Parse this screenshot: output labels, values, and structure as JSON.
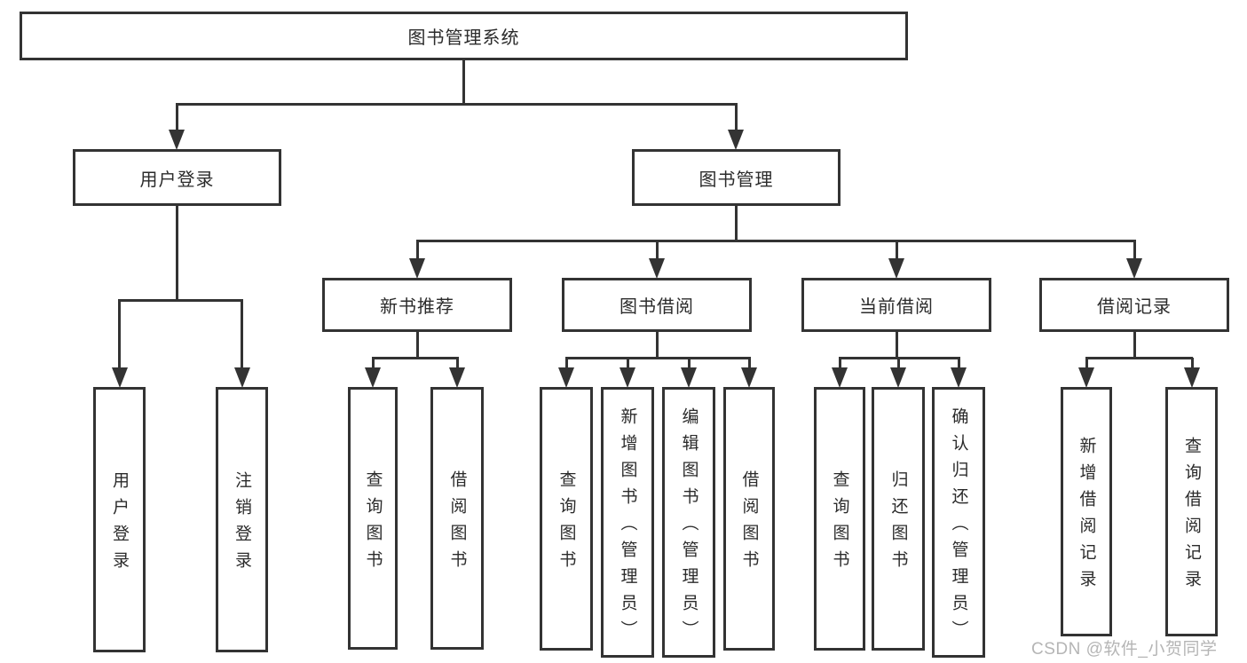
{
  "colors": {
    "background": "#ffffff",
    "line": "#333333",
    "box_border": "#333333",
    "text": "#2b2b2b",
    "watermark": "#b5b5b5"
  },
  "tree": {
    "root": {
      "label": "图书管理系统"
    },
    "level2": [
      {
        "label": "用户登录"
      },
      {
        "label": "图书管理"
      }
    ],
    "level3": [
      {
        "label": "新书推荐"
      },
      {
        "label": "图书借阅"
      },
      {
        "label": "当前借阅"
      },
      {
        "label": "借阅记录"
      }
    ],
    "leaves": {
      "user_login": [
        {
          "label": "用户登录"
        },
        {
          "label": "注销登录"
        }
      ],
      "new_book_recommend": [
        {
          "label": "查询图书"
        },
        {
          "label": "借阅图书"
        }
      ],
      "book_borrow": [
        {
          "label": "查询图书"
        },
        {
          "label": "新增图书（管理员）"
        },
        {
          "label": "编辑图书（管理员）"
        },
        {
          "label": "借阅图书"
        }
      ],
      "current_borrow": [
        {
          "label": "查询图书"
        },
        {
          "label": "归还图书"
        },
        {
          "label": "确认归还（管理员）"
        }
      ],
      "borrow_records": [
        {
          "label": "新增借阅记录"
        },
        {
          "label": "查询借阅记录"
        }
      ]
    }
  },
  "watermark": {
    "text": "CSDN @软件_小贺同学"
  }
}
